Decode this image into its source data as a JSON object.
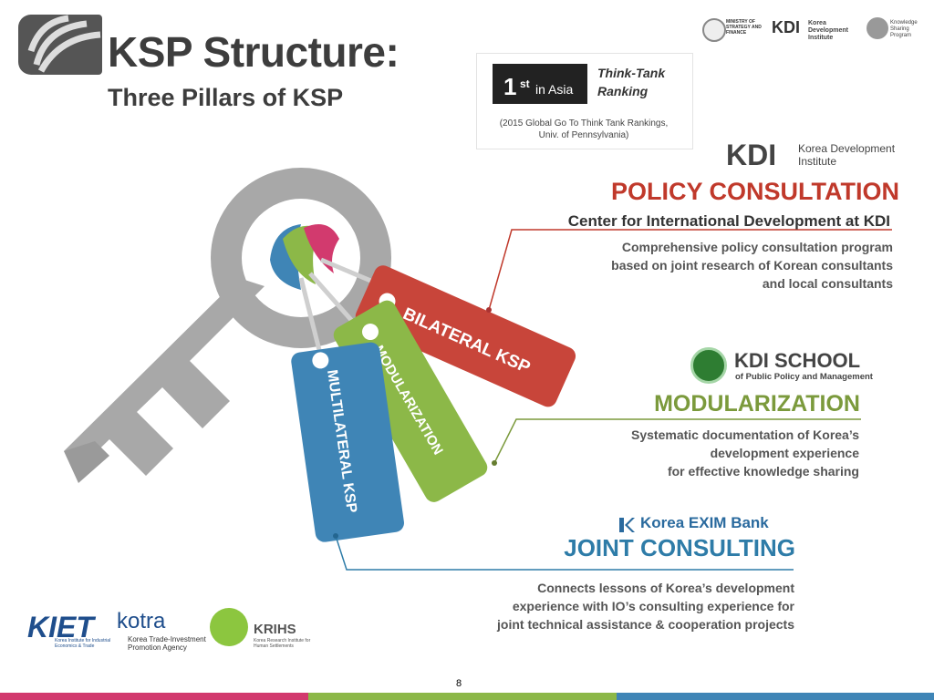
{
  "header": {
    "title": "KSP Structure:",
    "subtitle": "Three Pillars of KSP",
    "logos": {
      "ministry": "MINISTRY OF STRATEGY AND FINANCE",
      "kdi": "KDI",
      "kdi_name": "Korea Development Institute",
      "ksp": "Knowledge Sharing Program"
    }
  },
  "ranking": {
    "rank": "1",
    "suffix": "st",
    "region": "in Asia",
    "label_line1": "Think-Tank",
    "label_line2": "Ranking",
    "source_line1": "(2015 Global Go To Think Tank Rankings,",
    "source_line2": "Univ. of Pennsylvania)"
  },
  "key": {
    "tags": [
      {
        "label": "BILATERAL KSP",
        "color": "#c8453a"
      },
      {
        "label": "MODULARIZATION",
        "color": "#8cb848"
      },
      {
        "label": "MULTILATERAL KSP",
        "color": "#3f85b6"
      }
    ]
  },
  "pillars": {
    "policy": {
      "logo": "KDI",
      "logo_name_line1": "Korea Development",
      "logo_name_line2": "Institute",
      "title": "POLICY CONSULTATION",
      "subtitle": "Center for International Development at KDI",
      "desc": [
        "Comprehensive policy consultation program",
        "based on joint research of Korean consultants",
        "and local consultants"
      ],
      "color": "#c0392b"
    },
    "modular": {
      "logo": "KDI SCHOOL",
      "logo_sub": "of Public Policy and Management",
      "title": "MODULARIZATION",
      "desc": [
        "Systematic documentation of Korea’s",
        "development experience",
        "for effective knowledge sharing"
      ],
      "color": "#7b9a3c"
    },
    "joint": {
      "logo": "Korea EXIM Bank",
      "title": "JOINT CONSULTING",
      "desc": [
        "Connects lessons of Korea’s development",
        "experience with IO’s consulting experience for",
        "joint technical assistance & cooperation projects"
      ],
      "color": "#2e7ca8"
    }
  },
  "partners": {
    "kiet": "KIET",
    "kiet_sub": "Korea Institute for Industrial Economics & Trade",
    "kotra": "kotra",
    "kotra_sub1": "Korea Trade-Investment",
    "kotra_sub2": "Promotion Agency",
    "krihs": "KRIHS",
    "krihs_sub1": "Korea Research Institute for",
    "krihs_sub2": "Human Settlements"
  },
  "footer": {
    "page": "8",
    "bar_colors": [
      "#d23a6e",
      "#8cb848",
      "#3f85b6"
    ]
  }
}
